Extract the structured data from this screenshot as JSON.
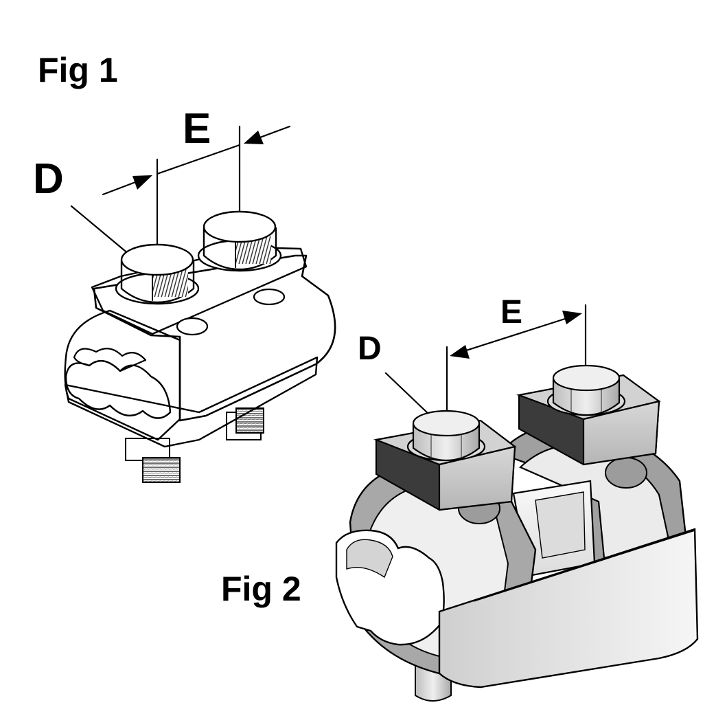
{
  "figures": {
    "fig1": {
      "title": "Fig 1",
      "dim_d": "D",
      "dim_e": "E"
    },
    "fig2": {
      "title": "Fig 2",
      "dim_d": "D",
      "dim_e": "E"
    }
  },
  "colors": {
    "ink": "#000000",
    "stipple": "#6a6a6a",
    "metal_light": "#e6e6e6",
    "metal_mid": "#c4c4c4",
    "metal_dark": "#3a3a3a",
    "body_white": "#f2f2f2",
    "body_grey": "#9a9a9a"
  }
}
